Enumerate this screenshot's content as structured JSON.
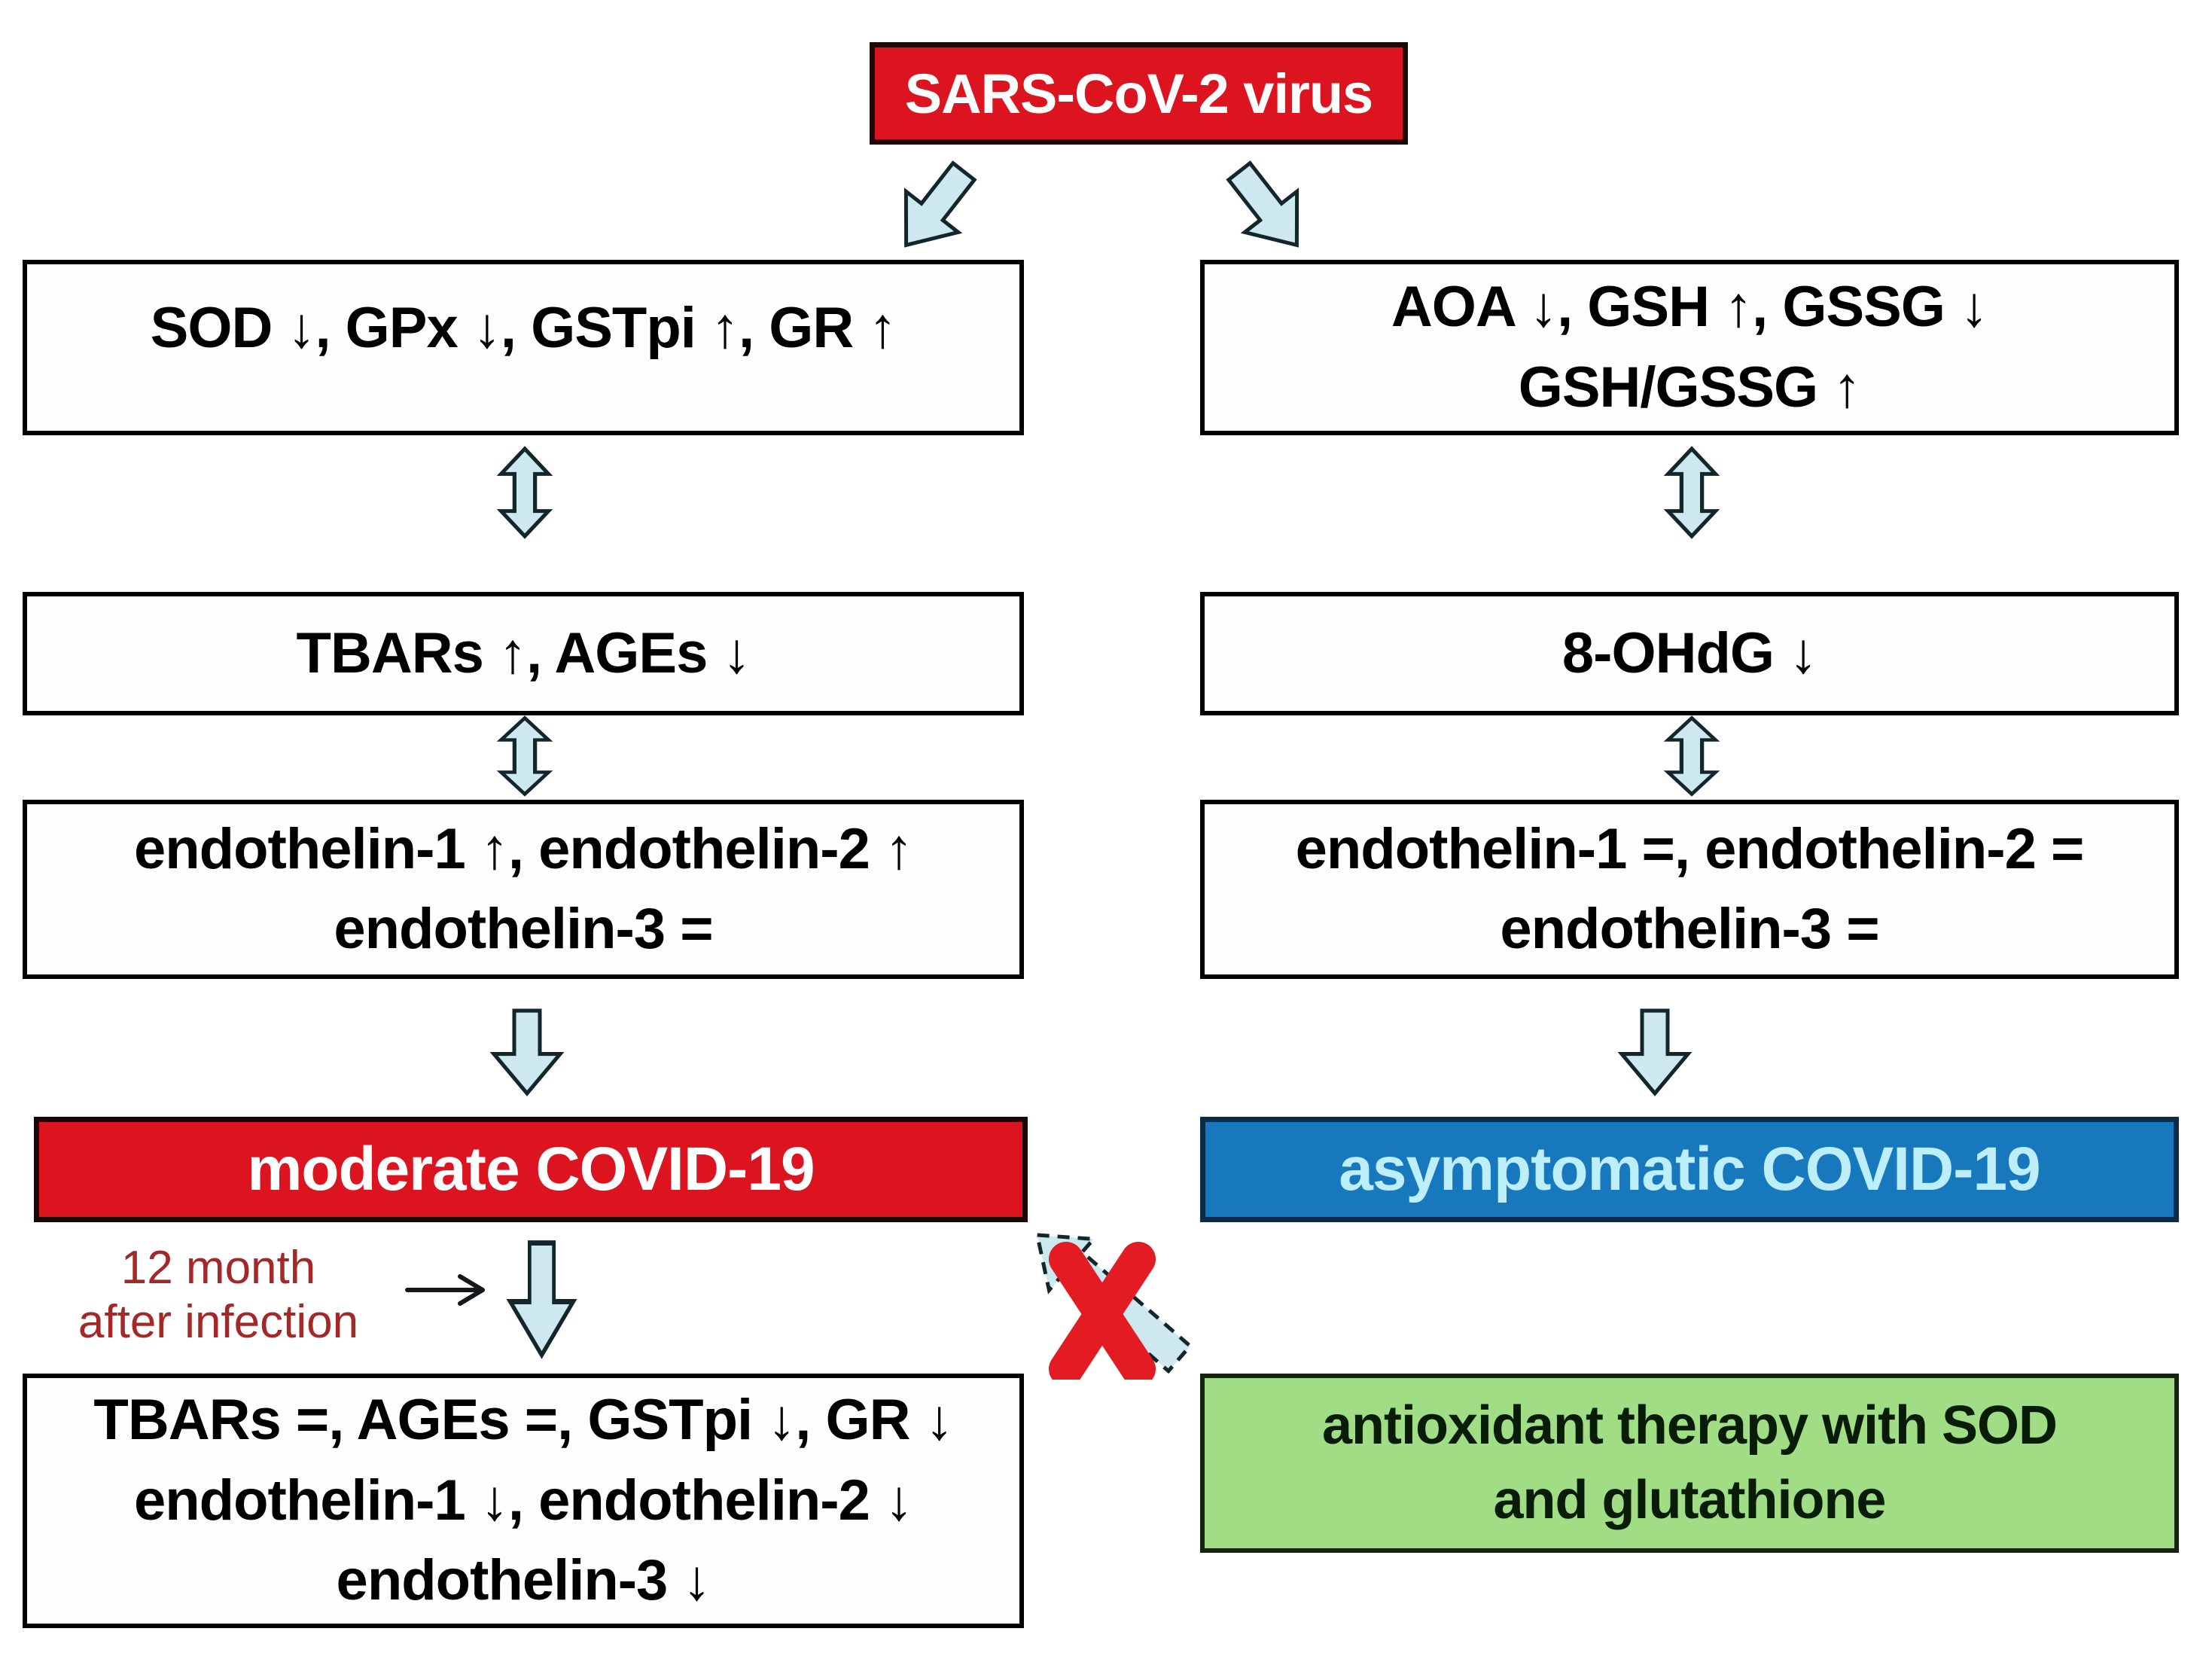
{
  "root": {
    "label": "SARS-CoV-2 virus"
  },
  "left_branch": {
    "enzymes_box": [
      "SOD ↓, GPx ↓, GSTpi ↑, GR ↑"
    ],
    "damage_box": [
      "TBARs ↑, AGEs ↓"
    ],
    "endothelin_box": [
      "endothelin-1 ↑, endothelin-2 ↑",
      "endothelin-3 ="
    ],
    "outcome_label": "moderate COVID-19",
    "note_lines": [
      "12 month",
      "after infection"
    ],
    "followup_box": [
      "TBARs =, AGEs =, GSTpi ↓, GR ↓",
      "endothelin-1 ↓, endothelin-2 ↓",
      "endothelin-3 ↓"
    ]
  },
  "right_branch": {
    "antioxidant_box": [
      "AOA ↓, GSH ↑, GSSG ↓",
      "GSH/GSSG ↑"
    ],
    "dna_box": [
      "8-OHdG ↓"
    ],
    "endothelin_box": [
      "endothelin-1 =, endothelin-2 =",
      "endothelin-3 ="
    ],
    "outcome_label": "asymptomatic COVID-19",
    "therapy_box": [
      "antioxidant therapy with SOD",
      "and glutathione"
    ]
  },
  "colors": {
    "accent_red": "#dc1420",
    "outcome_blue": "#1878bd",
    "blue_label": "#bdeefb",
    "therapy_green": "#a0dd84",
    "arrow_fill": "#cde8ee",
    "arrow_outline": "#13262c",
    "x_red": "#e31c23",
    "note_red": "#a32828",
    "box_border": "#000000"
  }
}
